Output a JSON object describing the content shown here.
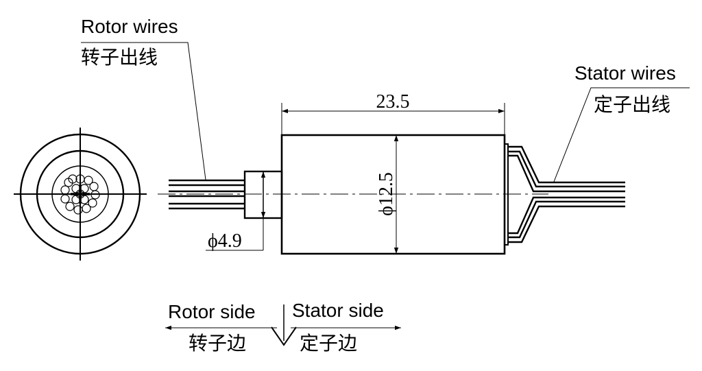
{
  "labels": {
    "rotor_wires_en": "Rotor wires",
    "rotor_wires_cn": "转子出线",
    "stator_wires_en": "Stator wires",
    "stator_wires_cn": "定子出线",
    "rotor_side_en": "Rotor side",
    "rotor_side_cn": "转子边",
    "stator_side_en": "Stator side",
    "stator_side_cn": "定子边"
  },
  "dimensions": {
    "length": "23.5",
    "body_diameter": "ϕ12.5",
    "shaft_diameter": "ϕ4.9"
  }
}
